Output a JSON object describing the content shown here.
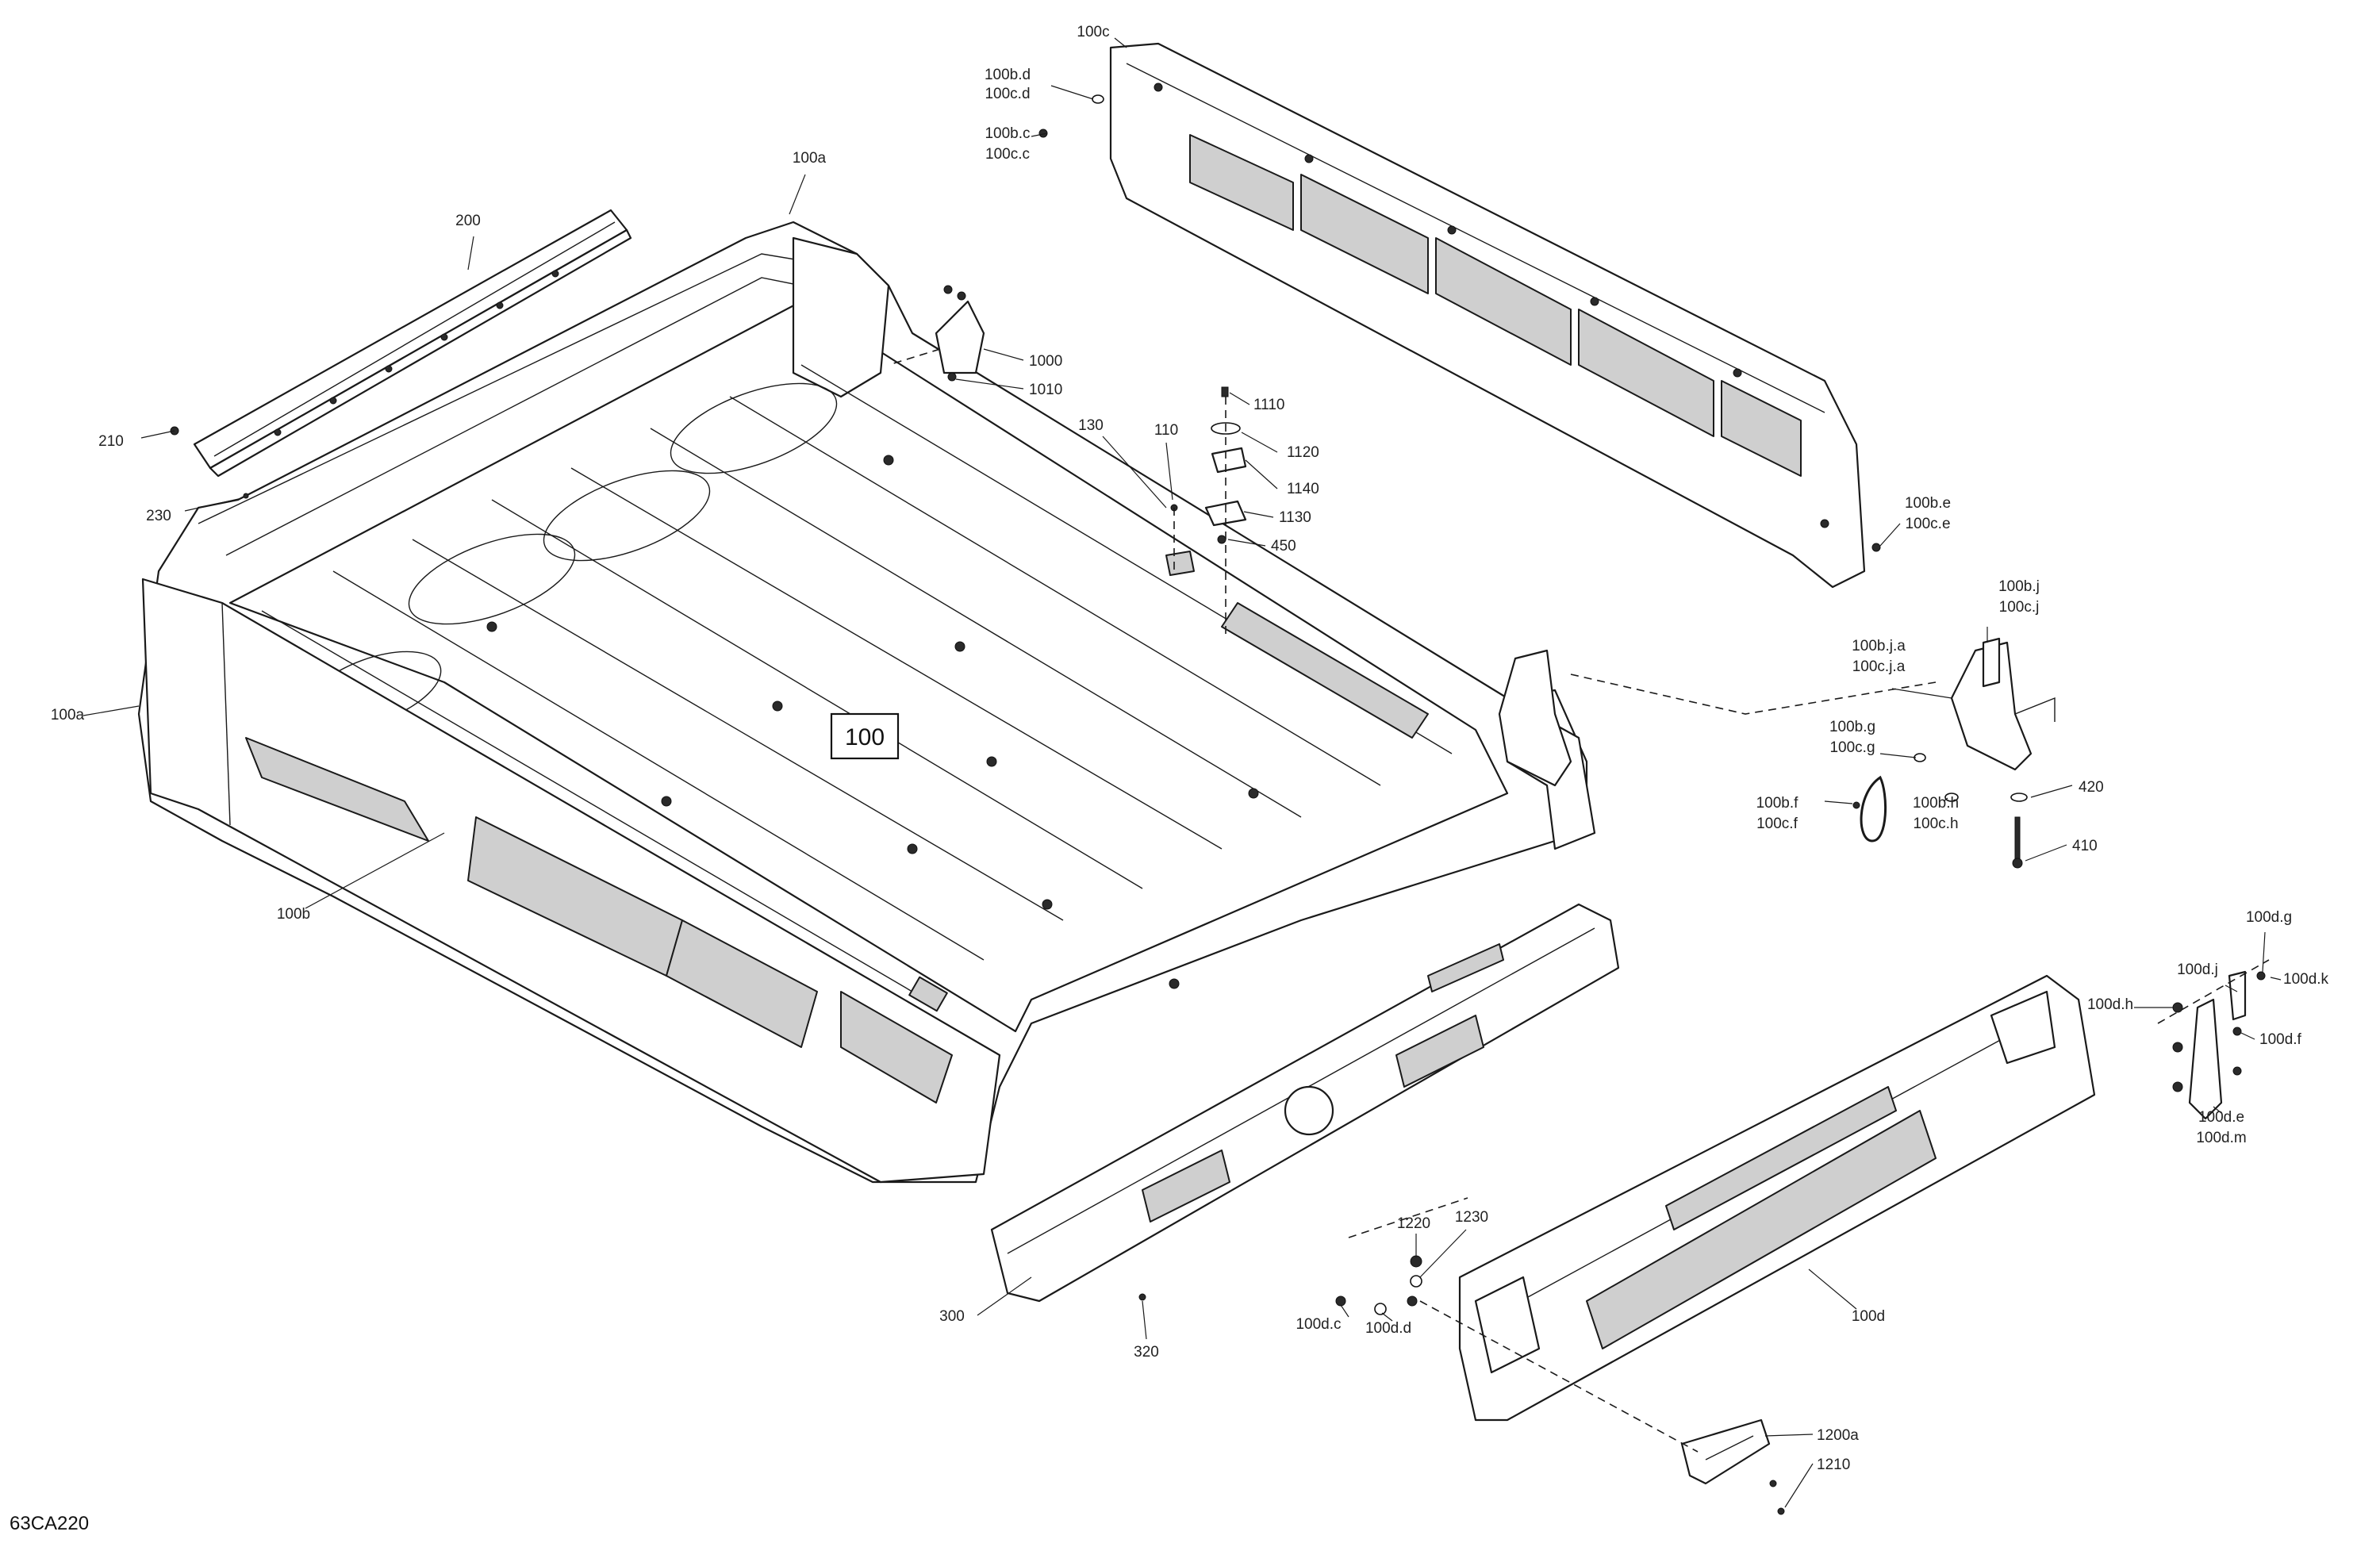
{
  "diagram": {
    "main_callout": "100",
    "drawing_code": "63CA220",
    "part_labels": {
      "p100a_top": "100a",
      "p100a_left": "100a",
      "p100b": "100b",
      "p200": "200",
      "p210": "210",
      "p230": "230",
      "p300": "300",
      "p320": "320",
      "p1000": "1000",
      "p1010": "1010",
      "p110": "110",
      "p130": "130",
      "p1110": "1110",
      "p1120": "1120",
      "p1140": "1140",
      "p1130": "1130",
      "p450": "450",
      "p100c": "100c",
      "p100bd": "100b.d",
      "p100cd": "100c.d",
      "p100bc": "100b.c",
      "p100cc": "100c.c",
      "p100be": "100b.e",
      "p100ce": "100c.e",
      "p100bj": "100b.j",
      "p100cj": "100c.j",
      "p100bja": "100b.j.a",
      "p100cja": "100c.j.a",
      "p100bg": "100b.g",
      "p100cg": "100c.g",
      "p100bf": "100b.f",
      "p100cf": "100c.f",
      "p100bh": "100b.h",
      "p100ch": "100c.h",
      "p420": "420",
      "p410": "410",
      "p100dg": "100d.g",
      "p100dj": "100d.j",
      "p100dh": "100d.h",
      "p100dk": "100d.k",
      "p100df": "100d.f",
      "p100de": "100d.e",
      "p100dm": "100d.m",
      "p100d": "100d",
      "p1220": "1220",
      "p1230": "1230",
      "p100dc": "100d.c",
      "p100dd": "100d.d",
      "p1200a": "1200a",
      "p1210": "1210"
    }
  }
}
